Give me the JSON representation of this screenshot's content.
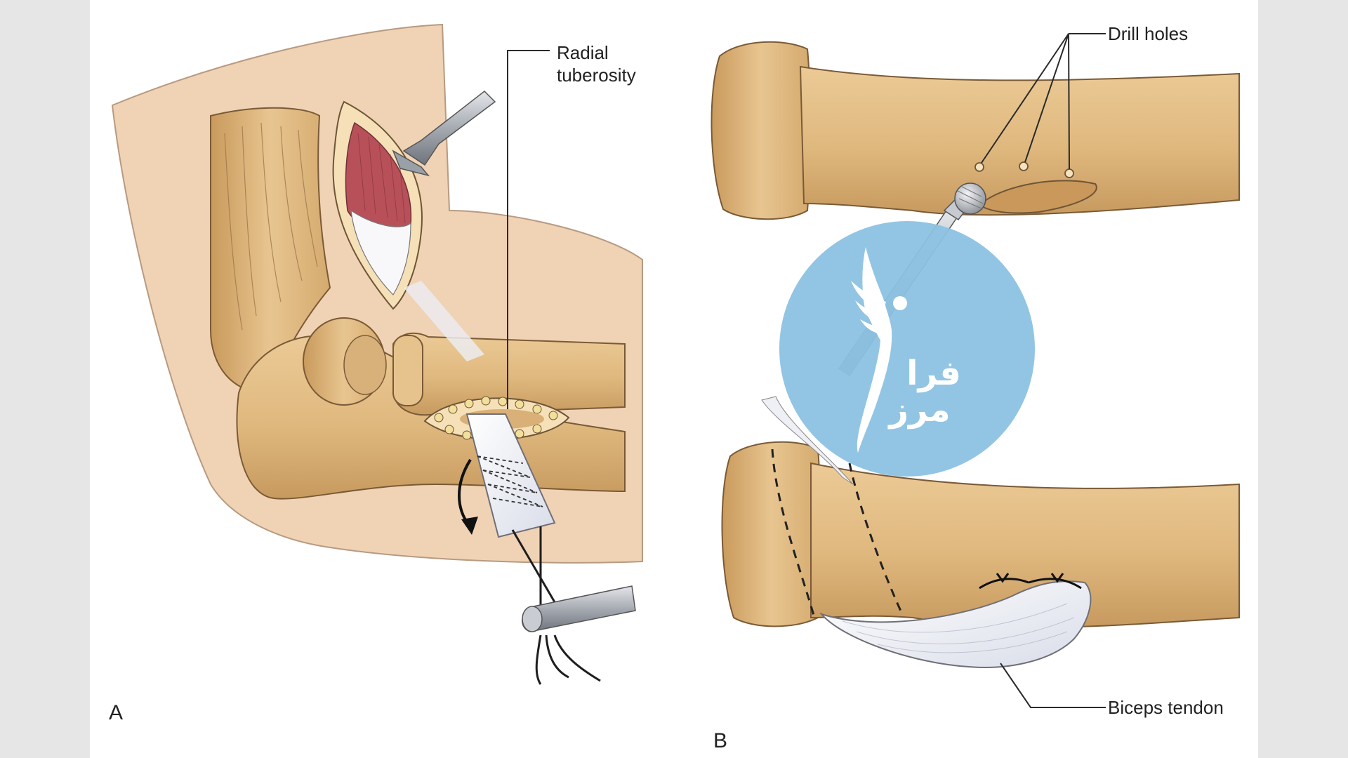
{
  "figure": {
    "panels": [
      {
        "letter": "A"
      },
      {
        "letter": "B"
      }
    ],
    "callouts": {
      "radial_tuberosity": [
        "Radial",
        "tuberosity"
      ],
      "drill_holes": "Drill holes",
      "biceps_tendon": "Biceps tendon"
    },
    "watermark_text": [
      "فرا",
      "مرز"
    ]
  },
  "colors": {
    "page_margin": "#e6e6e6",
    "canvas": "#ffffff",
    "skin": "#f0d2b4",
    "bone": "#e2bd85",
    "bone_dark": "#c99a5c",
    "muscle": "#b8505a",
    "tendon": "#f3f4fa",
    "instrument": "#a9adb4",
    "watermark": "#8cc2e2"
  },
  "icons": {
    "watermark_logo": "angel-figure-logo-icon",
    "burr_drill": "burr-drill-icon",
    "retractor": "retractor-icon",
    "arrow": "curved-arrow-icon"
  }
}
